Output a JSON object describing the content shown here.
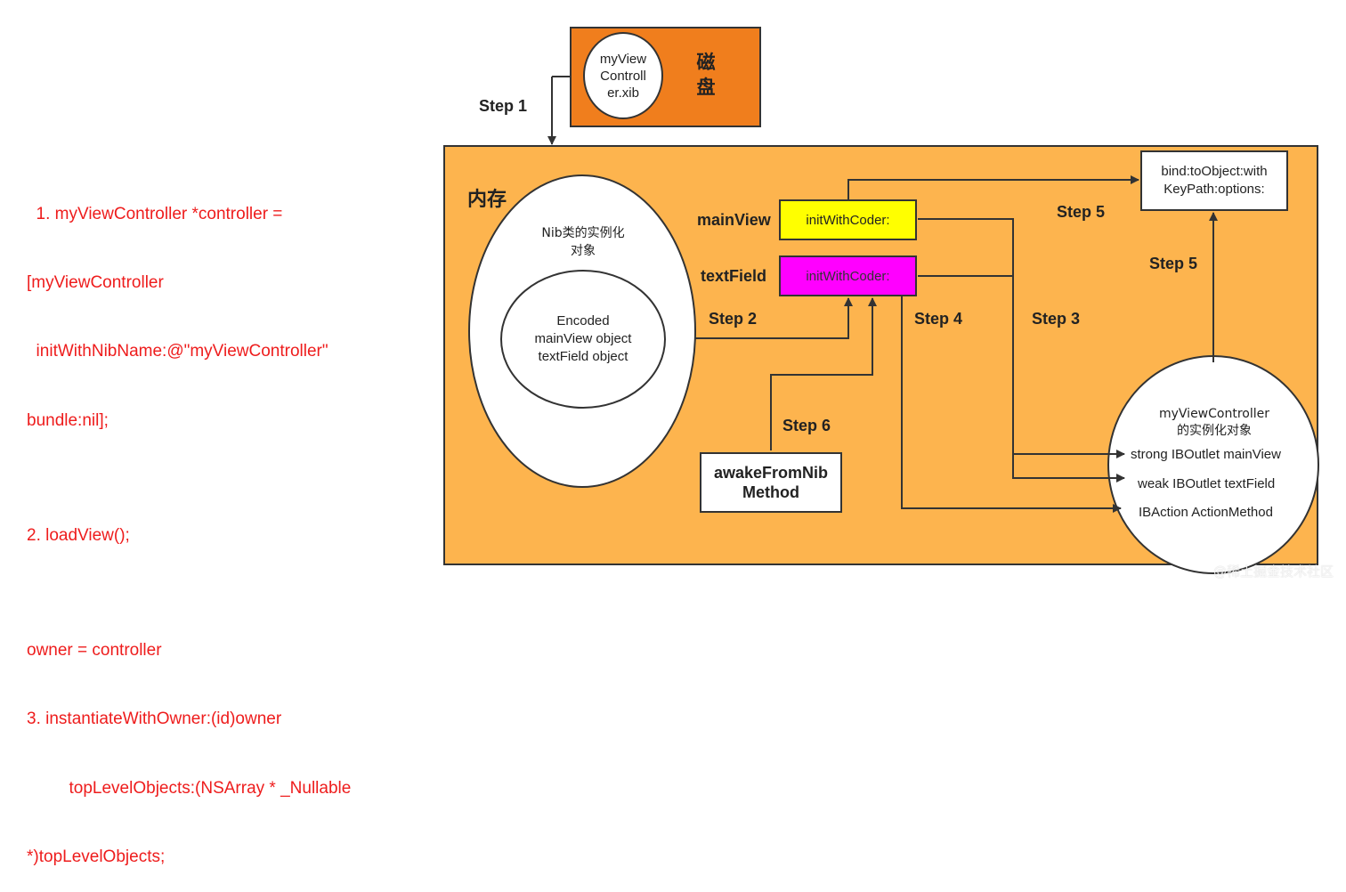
{
  "code": {
    "lines": [
      "  1. myViewController *controller =",
      "[myViewController",
      "  initWithNibName:@\"myViewController\"",
      "bundle:nil];",
      "",
      "2. loadView();",
      "",
      "owner = controller",
      "3. instantiateWithOwner:(id)owner",
      "         topLevelObjects:(NSArray * _Nullable",
      "*)topLevelObjects;"
    ]
  },
  "disk": {
    "xib_label": "myView\nControll\ner.xib",
    "title": "磁\n盘"
  },
  "memory": {
    "title": "内存",
    "nib_instance": "Nib类的实例化\n对象",
    "encoded": "Encoded\nmainView object\ntextField object"
  },
  "views": {
    "mainview_label": "mainView",
    "textfield_label": "textField",
    "mainview_init": "initWithCoder:",
    "textfield_init": "initWithCoder:"
  },
  "bind_box": "bind:toObject:with\nKeyPath:options:",
  "awake_box": "awakeFromNib\nMethod",
  "controller": {
    "title": "myViewController\n的实例化对象",
    "items": [
      "strong IBOutlet mainView",
      "weak IBOutlet textField",
      "IBAction ActionMethod"
    ]
  },
  "steps": {
    "step1": "Step 1",
    "step2": "Step 2",
    "step3": "Step 3",
    "step4": "Step 4",
    "step5a": "Step 5",
    "step5b": "Step 5",
    "step6": "Step 6"
  },
  "watermark": "@稀土掘金技术社区",
  "colors": {
    "disk": "#f07e1d",
    "memory": "#fdb44e",
    "mainview_box": "#ffff00",
    "textfield_box": "#ff00ff",
    "code_text": "#ee1c1c"
  }
}
